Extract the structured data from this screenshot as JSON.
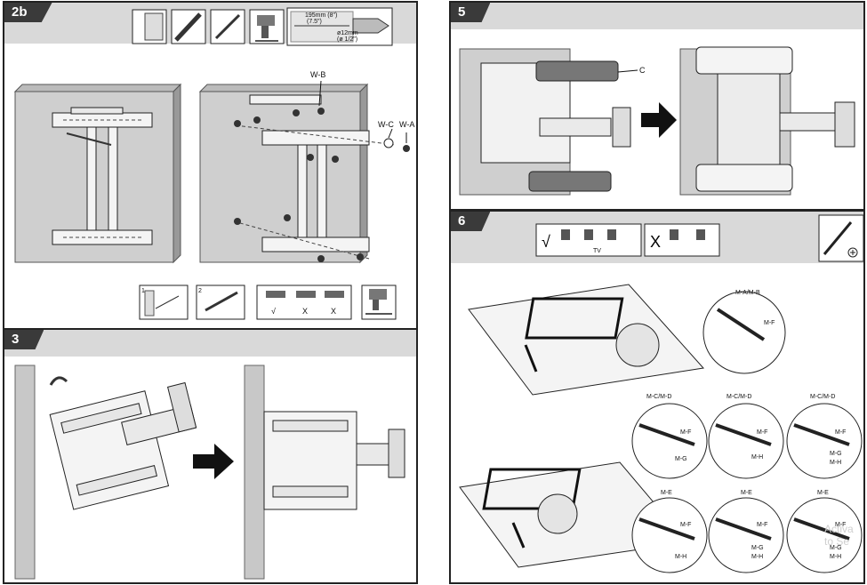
{
  "steps": {
    "s2b": {
      "number": "2b"
    },
    "s3": {
      "number": "3"
    },
    "s5": {
      "number": "5"
    },
    "s6": {
      "number": "6"
    }
  },
  "step2b": {
    "hole_measure_top": "195mm (8\")",
    "hole_measure_mid": "(7.5\")",
    "hole_diameter": "ø12mm",
    "hole_diameter_in": "(ø 1/2\")",
    "part_wb": "W-B",
    "part_wc": "W-C",
    "part_wa": "W-A",
    "check_1": "1",
    "check_2": "2",
    "verdict_ok": "√",
    "verdict_no_1": "X",
    "verdict_no_2": "X"
  },
  "step5": {
    "part_c": "C"
  },
  "step6": {
    "ok_mark": "√",
    "no_mark": "X",
    "tv_label": "TV",
    "detail_top": {
      "bolt": "M-A/M-B",
      "part": "M-F"
    },
    "details": [
      {
        "bolt": "M-C/M-D",
        "part": "M-F",
        "extra": [
          "M-G"
        ]
      },
      {
        "bolt": "M-C/M-D",
        "part": "M-F",
        "extra": [
          "M-H"
        ]
      },
      {
        "bolt": "M-C/M-D",
        "part": "M-F",
        "extra": [
          "M-G",
          "M-H"
        ]
      },
      {
        "bolt": "M-E",
        "part": "M-F",
        "extra": [
          "M-H"
        ]
      },
      {
        "bolt": "M-E",
        "part": "M-F",
        "extra": [
          "M-G",
          "M-H"
        ]
      },
      {
        "bolt": "M-E",
        "part": "M-F",
        "extra": [
          "M-G",
          "M-H"
        ]
      }
    ]
  },
  "watermark": "Activa to Se",
  "icons": [
    "wall-icon",
    "level-icon",
    "pencil-icon",
    "drill-icon",
    "screwdriver-icon"
  ]
}
